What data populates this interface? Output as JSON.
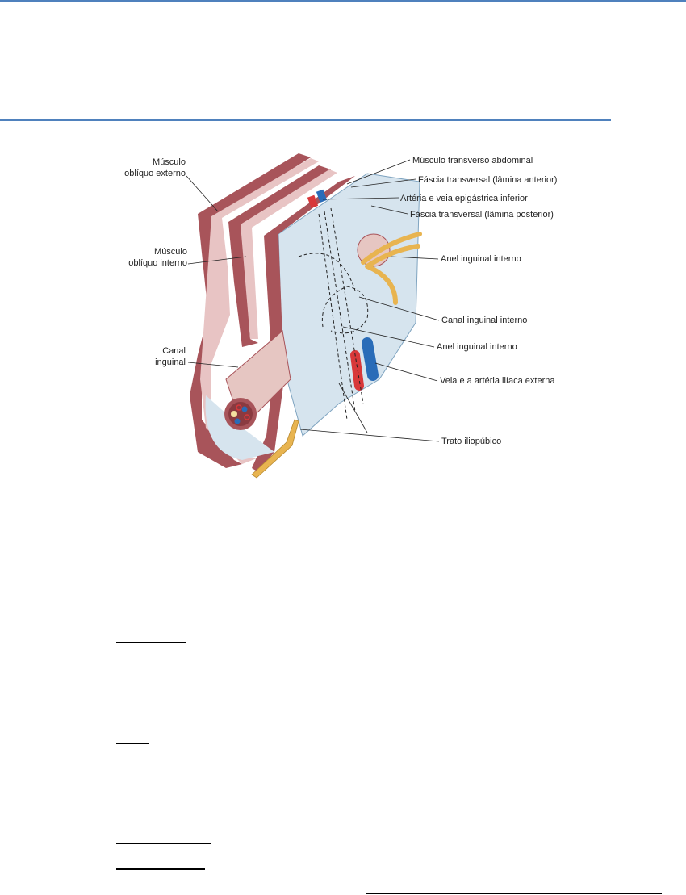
{
  "header": {
    "accent_color": "#4f81bd"
  },
  "figure": {
    "labels": {
      "obliquo_externo_1": "Músculo",
      "obliquo_externo_2": "oblíquo externo",
      "obliquo_interno_1": "Músculo",
      "obliquo_interno_2": "oblíquo interno",
      "canal_inguinal_1": "Canal",
      "canal_inguinal_2": "inguinal",
      "transverso": "Músculo transverso abdominal",
      "fascia_anterior": "Fáscia transversal (lâmina anterior)",
      "epigastrica": "Artéria e veia epigástrica inferior",
      "fascia_posterior": "Fáscia transversal (lâmina posterior)",
      "anel_interno_1": "Anel inguinal interno",
      "canal_interno": "Canal inguinal interno",
      "anel_interno_2": "Anel inguinal interno",
      "iliaca": "Veia e a artéria ilíaca externa",
      "iliopubico": "Trato iliopúbico"
    },
    "colors": {
      "muscle": "#a8545a",
      "muscle_light": "#e8c4c4",
      "fascia": "#d6e4ee",
      "artery": "#d8383a",
      "vein": "#2a6cb8",
      "nerve": "#e8b450"
    }
  },
  "blanks": [
    "blank-line-1",
    "blank-line-2",
    "blank-line-3",
    "blank-line-4",
    "blank-line-5"
  ]
}
